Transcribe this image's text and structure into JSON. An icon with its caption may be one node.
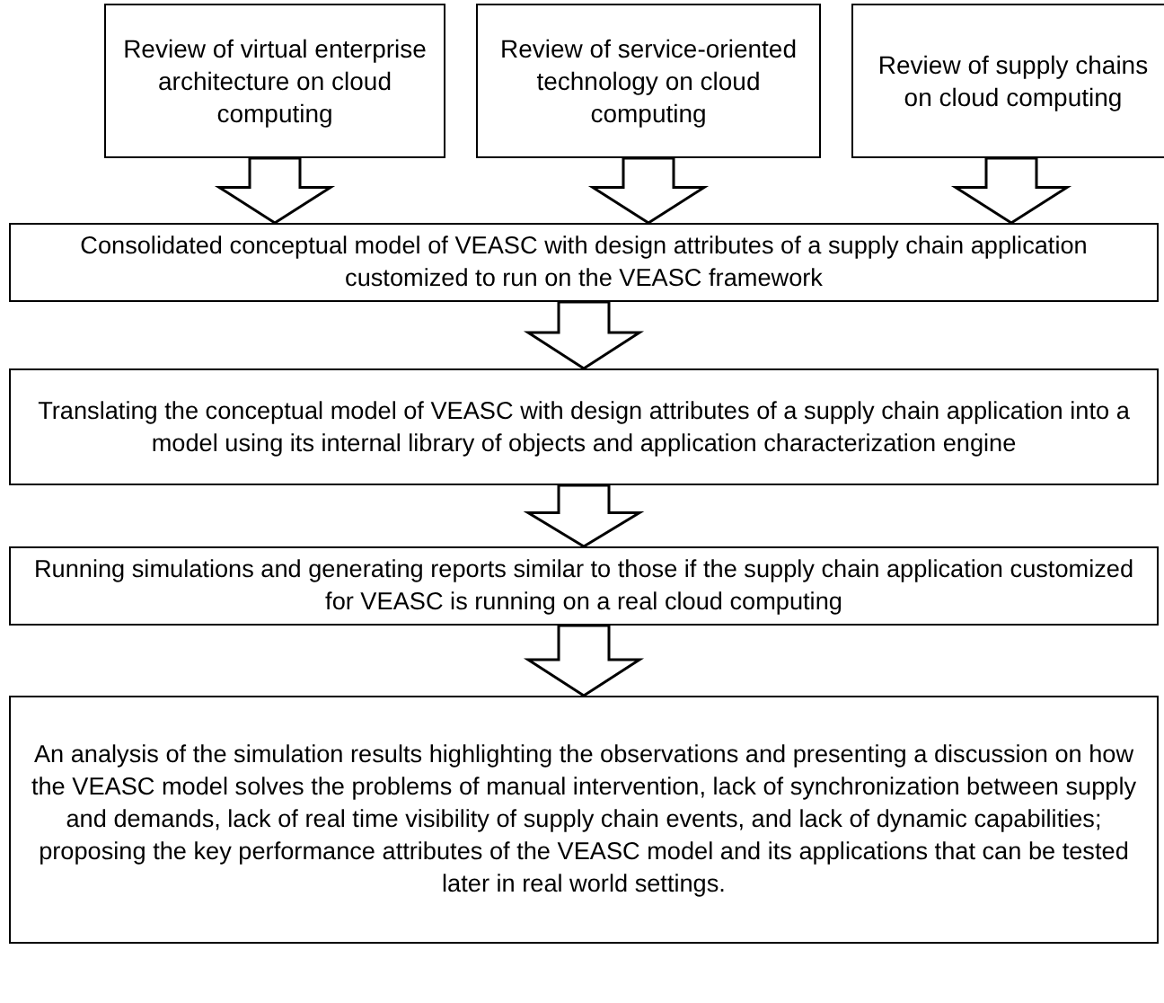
{
  "diagram": {
    "nodes": [
      {
        "text": [
          "Review of virtual enterprise architecture on cloud computing"
        ]
      },
      {
        "text": [
          "Review of service-oriented technology on cloud computing"
        ]
      },
      {
        "text": [
          "Review of supply chains on cloud computing"
        ]
      },
      {
        "text": [
          "Consolidated conceptual model of VEASC with design attributes of a supply chain application customized to run on the VEASC framework"
        ]
      },
      {
        "text": [
          "Translating the conceptual model of VEASC with design attributes of a supply chain application into a model using its internal library of objects and application characterization engine"
        ]
      },
      {
        "text": [
          "Running simulations and generating reports similar to those if the supply chain application customized for VEASC is running on a real cloud computing"
        ]
      },
      {
        "text": [
          "An analysis of the simulation results highlighting the observations and presenting a discussion on how the VEASC model solves the problems of manual intervention, lack of synchronization between supply and demands, lack of real time visibility of supply chain events, and lack of dynamic capabilities; proposing the key performance attributes of the VEASC model and its applications that can be tested later in real world settings."
        ]
      }
    ],
    "edges": [
      {
        "from": 0,
        "to": 3,
        "arrow": "to"
      },
      {
        "from": 1,
        "to": 3,
        "arrow": "to"
      },
      {
        "from": 2,
        "to": 3,
        "arrow": "to"
      },
      {
        "from": 3,
        "to": 4,
        "arrow": "to"
      },
      {
        "from": 4,
        "to": 5,
        "arrow": "to"
      },
      {
        "from": 5,
        "to": 6,
        "arrow": "to"
      }
    ]
  }
}
